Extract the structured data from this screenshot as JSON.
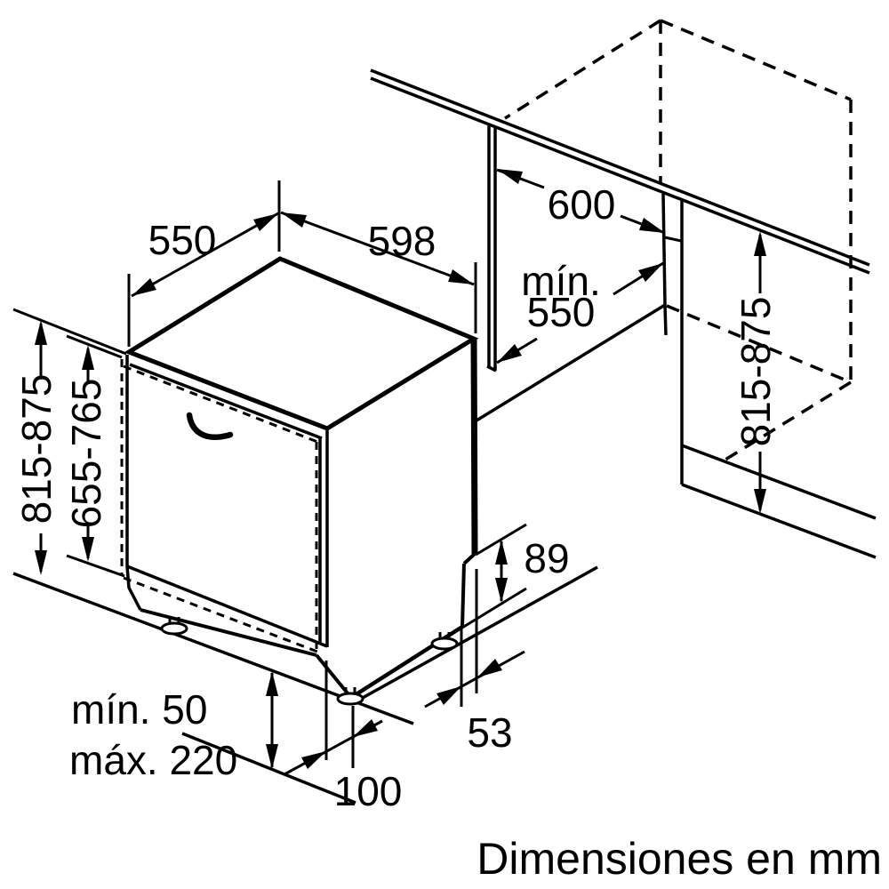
{
  "diagram": {
    "units_note": "Dimensiones en mm",
    "colors": {
      "line": "#000000",
      "background": "#ffffff"
    },
    "dimensions": {
      "depth_top": "550",
      "width_top": "598",
      "niche_width": "600",
      "niche_depth_prefix": "mín.",
      "niche_depth_value": "550",
      "appliance_height_range": "815-875",
      "door_panel_height_range": "655-765",
      "niche_height_range": "815-875",
      "rear_recess_height": "89",
      "rear_recess_depth": "53",
      "plinth_clearance_min": "mín. 50",
      "plinth_clearance_max": "máx. 220",
      "foot_offset": "100"
    }
  }
}
